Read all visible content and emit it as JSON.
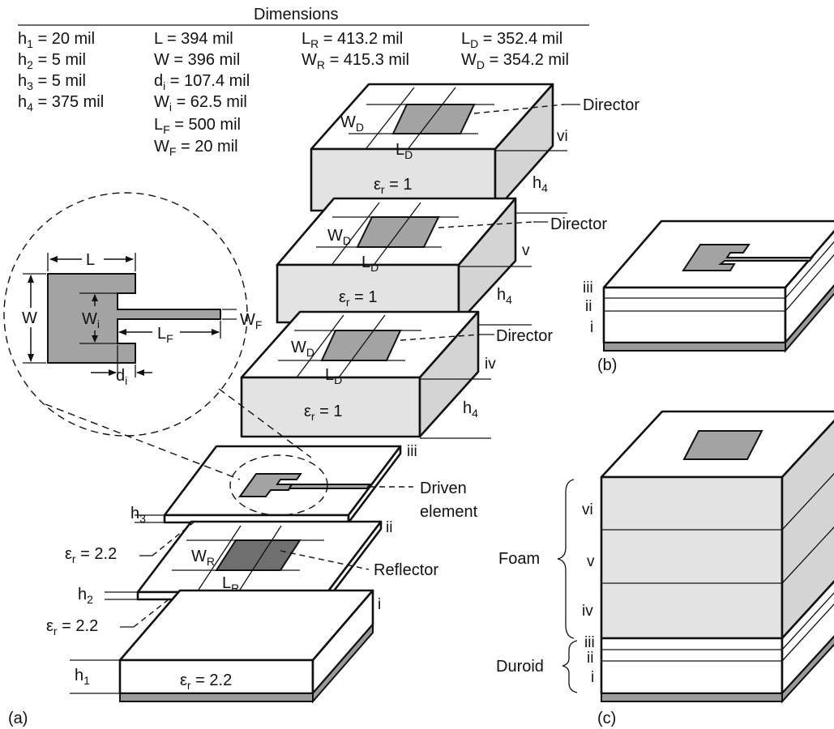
{
  "dimensions": {
    "title": "Dimensions",
    "h1": "h",
    "h1_sub": "1",
    "h1_val": " = 20 mil",
    "h2": "h",
    "h2_sub": "2",
    "h2_val": " = 5 mil",
    "h3": "h",
    "h3_sub": "3",
    "h3_val": " = 5 mil",
    "h4": "h",
    "h4_sub": "4",
    "h4_val": " = 375 mil",
    "L": "L = 394 mil",
    "W": "W = 396 mil",
    "di": "d",
    "di_sub": "i",
    "di_val": " = 107.4 mil",
    "Wi": "W",
    "Wi_sub": "i",
    "Wi_val": " = 62.5 mil",
    "LF": "L",
    "LF_sub": "F",
    "LF_val": " = 500 mil",
    "WF": "W",
    "WF_sub": "F",
    "WF_val": " = 20 mil",
    "LR": "L",
    "LR_sub": "R",
    "LR_val": " = 413.2 mil",
    "WR": "W",
    "WR_sub": "R",
    "WR_val": " = 415.3 mil",
    "LD": "L",
    "LD_sub": "D",
    "LD_val": " = 352.4 mil",
    "WD": "W",
    "WD_sub": "D",
    "WD_val": " = 354.2 mil"
  },
  "labels": {
    "director": "Director",
    "driven_1": "Driven",
    "driven_2": "element",
    "reflector": "Reflector",
    "eps_foam": "ε",
    "eps_sub": "r",
    "eps_foam_val": " = 1",
    "eps_duroid_val": " = 2.2",
    "W": "W",
    "L": "L",
    "h": "h",
    "sub_D": "D",
    "sub_R": "R",
    "sub_i": "i",
    "sub_F": "F",
    "sub_1": "1",
    "sub_2": "2",
    "sub_3": "3",
    "sub_4": "4",
    "d": "d",
    "foam": "Foam",
    "duroid": "Duroid",
    "r_i": "i",
    "r_ii": "ii",
    "r_iii": "iii",
    "r_iv": "iv",
    "r_v": "v",
    "r_vi": "vi"
  },
  "panels": {
    "a": "(a)",
    "b": "(b)",
    "c": "(c)"
  },
  "colors": {
    "patch": "#a3a3a3",
    "reflector_patch": "#6f6f6f",
    "foam_face": "#e3e3e3",
    "ground": "#9a9a9a"
  }
}
